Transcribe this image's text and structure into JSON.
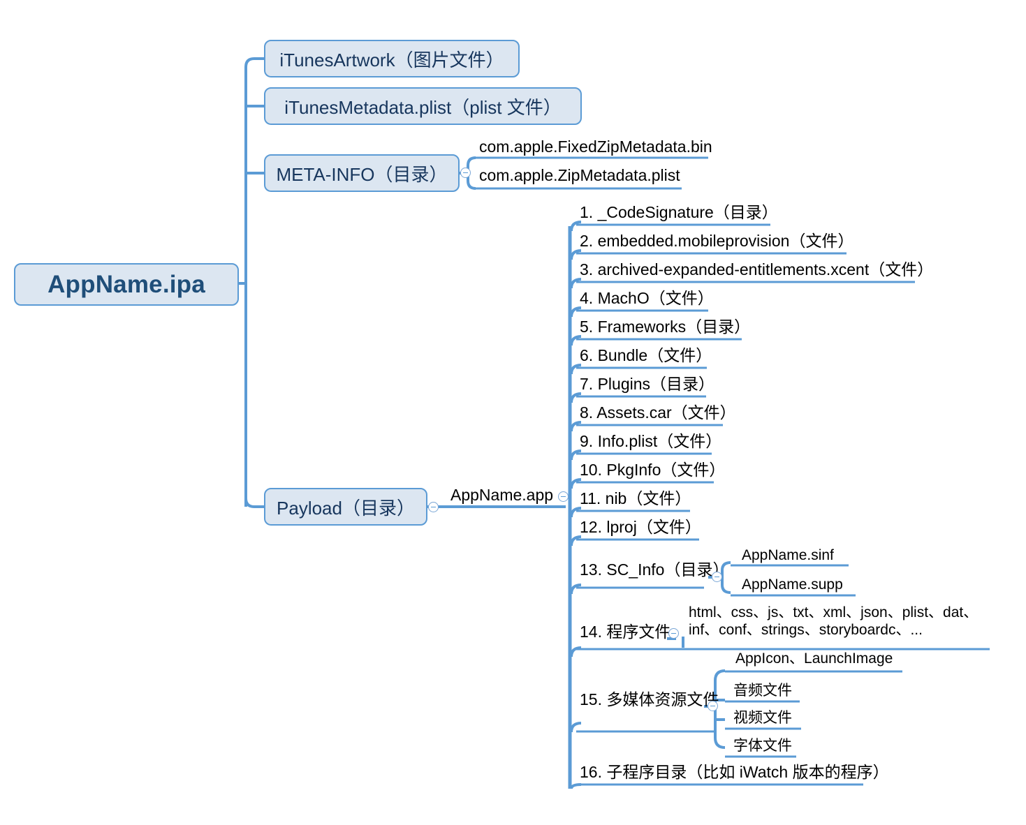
{
  "diagram": {
    "title": "AppName.ipa",
    "type": "mind-map",
    "colors": {
      "node_fill": "#dce6f1",
      "node_border": "#5b9bd5",
      "root_text": "#1f4e79",
      "branch_text": "#17365d",
      "connector": "#5b9bd5",
      "leaf_text": "#000000",
      "background": "#ffffff"
    }
  },
  "root": {
    "label": "AppName.ipa"
  },
  "branches": [
    {
      "label": "iTunesArtwork（图片文件）"
    },
    {
      "label": "iTunesMetadata.plist（plist 文件）"
    },
    {
      "label": "META-INFO（目录）"
    },
    {
      "label": "Payload（目录）"
    }
  ],
  "meta_info_children": [
    {
      "label": "com.apple.FixedZipMetadata.bin"
    },
    {
      "label": "com.apple.ZipMetadata.plist"
    }
  ],
  "payload": {
    "app_node": "AppName.app",
    "items": [
      {
        "label": "1. _CodeSignature（目录）"
      },
      {
        "label": "2. embedded.mobileprovision（文件）"
      },
      {
        "label": "3. archived-expanded-entitlements.xcent（文件）"
      },
      {
        "label": "4. MachO（文件）"
      },
      {
        "label": "5. Frameworks（目录）"
      },
      {
        "label": "6. Bundle（文件）"
      },
      {
        "label": "7. Plugins（目录）"
      },
      {
        "label": "8. Assets.car（文件）"
      },
      {
        "label": "9. Info.plist（文件）"
      },
      {
        "label": "10. PkgInfo（文件）"
      },
      {
        "label": "11. nib（文件）"
      },
      {
        "label": "12. lproj（文件）"
      },
      {
        "label": "13. SC_Info（目录）"
      },
      {
        "label": "14. 程序文件"
      },
      {
        "label": "15. 多媒体资源文件"
      },
      {
        "label": "16. 子程序目录（比如 iWatch 版本的程序）"
      }
    ]
  },
  "sc_info_children": [
    {
      "label": "AppName.sinf"
    },
    {
      "label": "AppName.supp"
    }
  ],
  "program_files_children": [
    {
      "line1": "html、css、js、txt、xml、json、plist、dat、",
      "line2": "inf、conf、strings、storyboardc、..."
    }
  ],
  "multimedia_children": [
    {
      "label": "AppIcon、LaunchImage"
    },
    {
      "label": "音频文件"
    },
    {
      "label": "视频文件"
    },
    {
      "label": "字体文件"
    }
  ],
  "icons": {
    "collapse": "minus-circle-icon"
  }
}
